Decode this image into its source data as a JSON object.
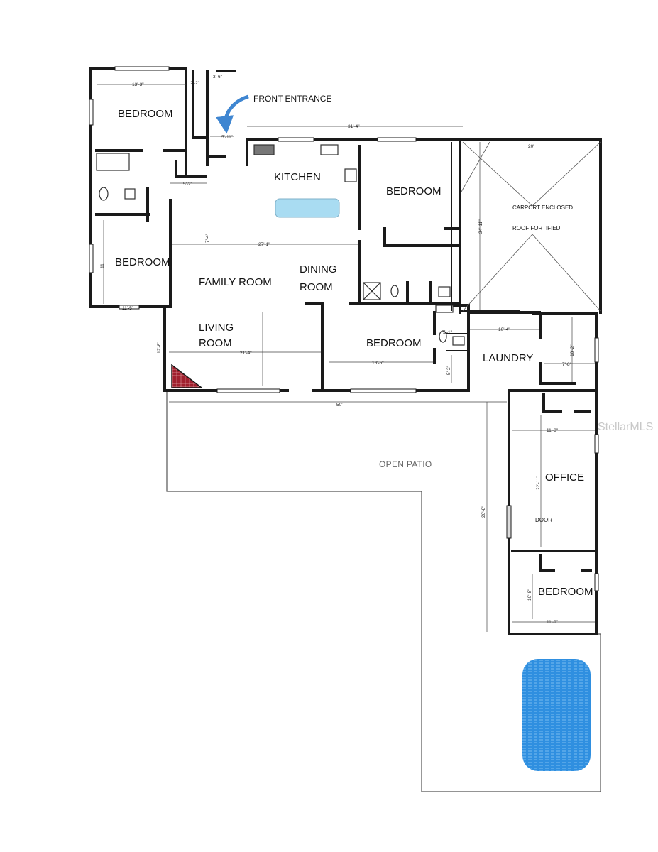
{
  "rooms": {
    "bedroom_top_left": "BEDROOM",
    "bedroom_left": "BEDROOM",
    "kitchen": "KITCHEN",
    "bedroom_right_of_kitchen": "BEDROOM",
    "family_room": "FAMILY ROOM",
    "dining_line1": "DINING",
    "dining_line2": "ROOM",
    "living_line1": "LIVING",
    "living_line2": "ROOM",
    "bedroom_center": "BEDROOM",
    "laundry": "LAUNDRY",
    "office": "OFFICE",
    "bedroom_bottom_right": "BEDROOM",
    "carport_line1": "CARPORT  ENCLOSED",
    "carport_line2": "ROOF FORTIFIED",
    "door": "DOOR",
    "open_patio": "OPEN PATIO"
  },
  "front_entrance": "FRONT ENTRANCE",
  "dimensions": {
    "d_13_3": "13'-3\"",
    "d_2_2": "2'-2\"",
    "d_3_6": "3'-6\"",
    "d_5_11": "5'-11\"",
    "d_31_4": "31'-4\"",
    "d_20": "20'",
    "d_24_11": "24'-11\"",
    "d_5_2": "5'-2\"",
    "d_7_4": "7'-4\"",
    "d_11_a": "11'",
    "d_11_5": "11'-5\"",
    "d_27_1": "27'-1\"",
    "d_12_8": "12'-8\"",
    "d_21_4": "21'-4\"",
    "d_16_5": "16'-5\"",
    "d_5_1": "5'-1\"",
    "d_10_4": "10'-4\"",
    "d_10_2": "10'-2\"",
    "d_7_8": "7'-8\"",
    "d_50": "50'",
    "d_11_8": "11'-8\"",
    "d_22_11": "22'-11\"",
    "d_26_8": "26'-8\"",
    "d_10_8": "10'-8\"",
    "d_11_9": "11'-9\"",
    "d_5_2b": "5'-2\""
  },
  "watermark": "StellarMLS",
  "colors": {
    "wall": "#1a1a1a",
    "pool": "#2f8fe0",
    "island": "#a9dcf2",
    "fireplace": "#a0202e",
    "arrow": "#3f86d1"
  }
}
